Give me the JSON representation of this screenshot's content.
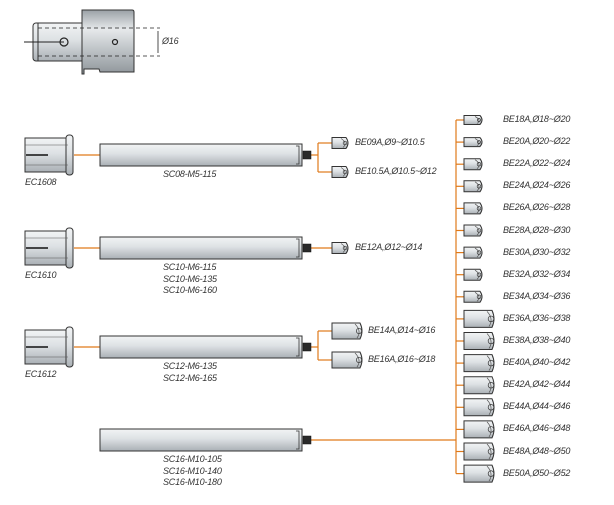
{
  "header_part": {
    "dimension_label": "Ø16"
  },
  "colors": {
    "connector": "#e07a1a",
    "body_fill": "#d9dde0",
    "outline": "#333333"
  },
  "collets": [
    {
      "label": "EC1608"
    },
    {
      "label": "EC1610"
    },
    {
      "label": "EC1612"
    }
  ],
  "shanks": [
    {
      "labels": [
        "SC08-M5-115"
      ]
    },
    {
      "labels": [
        "SC10-M6-115",
        "SC10-M6-135",
        "SC10-M6-160"
      ]
    },
    {
      "labels": [
        "SC12-M6-135",
        "SC12-M6-165"
      ]
    },
    {
      "labels": [
        "SC16-M10-105",
        "SC16-M10-140",
        "SC16-M10-180"
      ]
    }
  ],
  "small_heads": [
    {
      "label": "BE09A,Ø9~Ø10.5"
    },
    {
      "label": "BE10.5A,Ø10.5~Ø12"
    },
    {
      "label": "BE12A,Ø12~Ø14"
    },
    {
      "label": "BE14A,Ø14~Ø16"
    },
    {
      "label": "BE16A,Ø16~Ø18"
    }
  ],
  "large_heads": [
    {
      "label": "BE18A,Ø18~Ø20"
    },
    {
      "label": "BE20A,Ø20~Ø22"
    },
    {
      "label": "BE22A,Ø22~Ø24"
    },
    {
      "label": "BE24A,Ø24~Ø26"
    },
    {
      "label": "BE26A,Ø26~Ø28"
    },
    {
      "label": "BE28A,Ø28~Ø30"
    },
    {
      "label": "BE30A,Ø30~Ø32"
    },
    {
      "label": "BE32A,Ø32~Ø34"
    },
    {
      "label": "BE34A,Ø34~Ø36"
    },
    {
      "label": "BE36A,Ø36~Ø38"
    },
    {
      "label": "BE38A,Ø38~Ø40"
    },
    {
      "label": "BE40A,Ø40~Ø42"
    },
    {
      "label": "BE42A,Ø42~Ø44"
    },
    {
      "label": "BE44A,Ø44~Ø46"
    },
    {
      "label": "BE46A,Ø46~Ø48"
    },
    {
      "label": "BE48A,Ø48~Ø50"
    },
    {
      "label": "BE50A,Ø50~Ø52"
    }
  ]
}
